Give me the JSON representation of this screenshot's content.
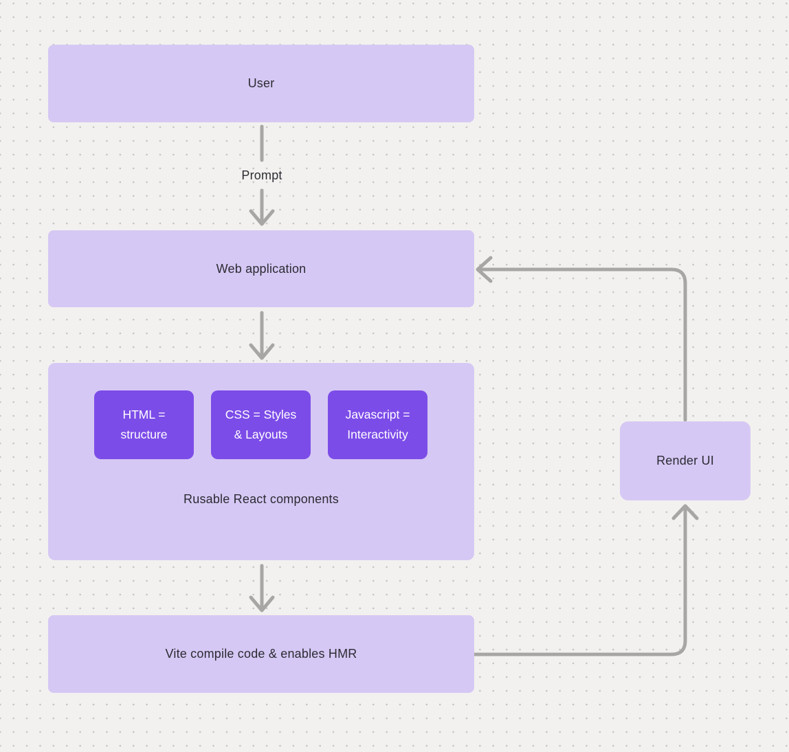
{
  "canvas": {
    "background_color": "#f2f1ef",
    "dot_grid_color": "#c6c4c2"
  },
  "palette": {
    "node_fill_light": "#d6c8f4",
    "node_fill_vivid": "#7c4ce8",
    "arrow_color": "#a8a6a4",
    "text_dark": "#2b2b33",
    "text_light": "#ffffff"
  },
  "nodes": {
    "user": {
      "label": "User"
    },
    "web_application": {
      "label": "Web application"
    },
    "components_group": {
      "label": "Rusable React components"
    },
    "html": {
      "line1": "HTML =",
      "line2": "structure"
    },
    "css": {
      "line1": "CSS = Styles",
      "line2": "& Layouts"
    },
    "javascript": {
      "line1": "Javascript =",
      "line2": "Interactivity"
    },
    "vite": {
      "label": "Vite compile code & enables HMR"
    },
    "render_ui": {
      "label": "Render UI"
    }
  },
  "edges": {
    "user_to_web": {
      "label": "Prompt",
      "from": "User",
      "to": "Web application"
    },
    "web_to_components": {
      "from": "Web application",
      "to": "Rusable React components"
    },
    "components_to_vite": {
      "from": "Rusable React components",
      "to": "Vite compile code & enables HMR"
    },
    "vite_to_render": {
      "from": "Vite compile code & enables HMR",
      "to": "Render UI"
    },
    "render_to_web": {
      "from": "Render UI",
      "to": "Web application"
    }
  }
}
